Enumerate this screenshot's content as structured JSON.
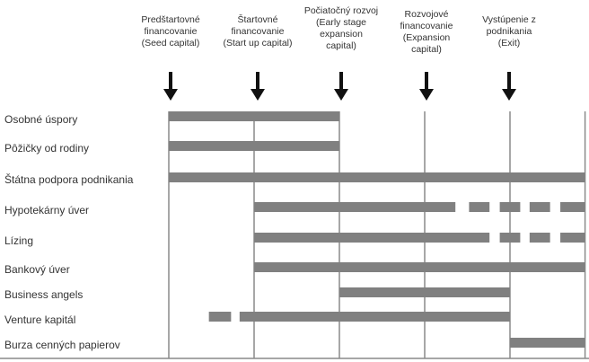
{
  "stages": [
    {
      "lines": [
        "Predštartovné",
        "financovanie",
        "(Seed capital)"
      ]
    },
    {
      "lines": [
        "Štartovné",
        "financovanie",
        "(Start up capital)"
      ]
    },
    {
      "lines": [
        "Počiatočný rozvoj",
        "(Early stage",
        "expansion",
        "capital)"
      ]
    },
    {
      "lines": [
        "Rozvojové",
        "financovanie",
        "(Expansion",
        "capital)"
      ]
    },
    {
      "lines": [
        "Vystúpenie z",
        "podnikania",
        "(Exit)"
      ]
    }
  ],
  "rows": [
    {
      "label": "Osobné úspory",
      "segments": [
        [
          0,
          2
        ]
      ]
    },
    {
      "label": "Pôžičky od rodiny",
      "segments": [
        [
          0,
          2
        ]
      ]
    },
    {
      "label": "Štátna podpora podnikania",
      "segments": [
        [
          0,
          4.88
        ]
      ]
    },
    {
      "label": "Hypotekárny úver",
      "segments": [
        [
          1,
          3.36
        ],
        [
          3.52,
          3.76
        ],
        [
          3.88,
          4.12
        ],
        [
          4.23,
          4.47
        ],
        [
          4.59,
          4.88
        ]
      ]
    },
    {
      "label": "Lízing",
      "segments": [
        [
          1,
          3.76
        ],
        [
          3.88,
          4.12
        ],
        [
          4.23,
          4.47
        ],
        [
          4.59,
          4.88
        ]
      ]
    },
    {
      "label": "Bankový úver",
      "segments": [
        [
          1,
          4.88
        ]
      ]
    },
    {
      "label": "Business angels",
      "segments": [
        [
          2,
          4
        ]
      ]
    },
    {
      "label": "Venture kapitál",
      "segments": [
        [
          0.47,
          0.73
        ],
        [
          0.83,
          4
        ]
      ]
    },
    {
      "label": "Burza cenných papierov",
      "segments": [
        [
          4,
          4.88
        ]
      ]
    }
  ],
  "colors": {
    "bar": "#808080",
    "grid": "#8a8a8a",
    "text": "#333333",
    "arrow": "#111111"
  }
}
